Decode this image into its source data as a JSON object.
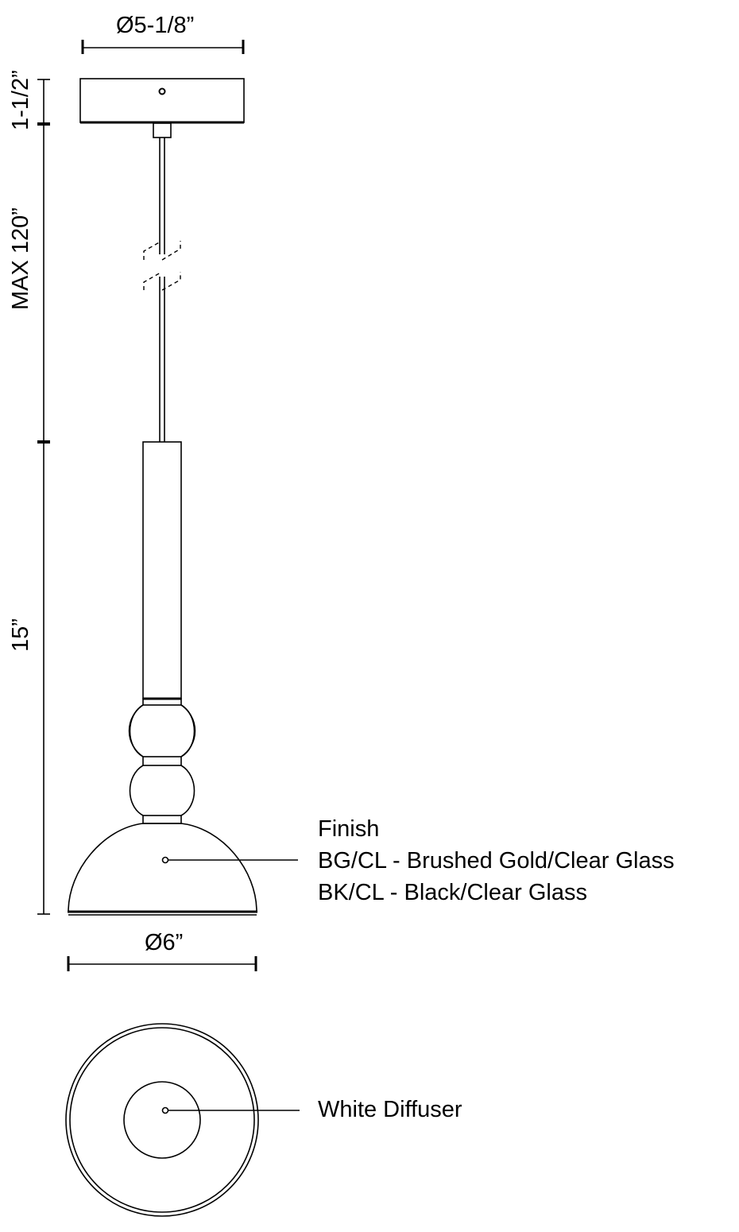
{
  "dimensions": {
    "canopy_diameter": "Ø5-1/8”",
    "canopy_height": "1-1/2”",
    "max_cable_length": "MAX 120”",
    "fixture_height": "15”",
    "shade_diameter": "Ø6”"
  },
  "callouts": {
    "finish": {
      "title": "Finish",
      "options": [
        "BG/CL - Brushed Gold/Clear Glass",
        "BK/CL - Black/Clear Glass"
      ]
    },
    "diffuser": "White Diffuser"
  },
  "colors": {
    "line": "#000000",
    "background": "#ffffff"
  }
}
